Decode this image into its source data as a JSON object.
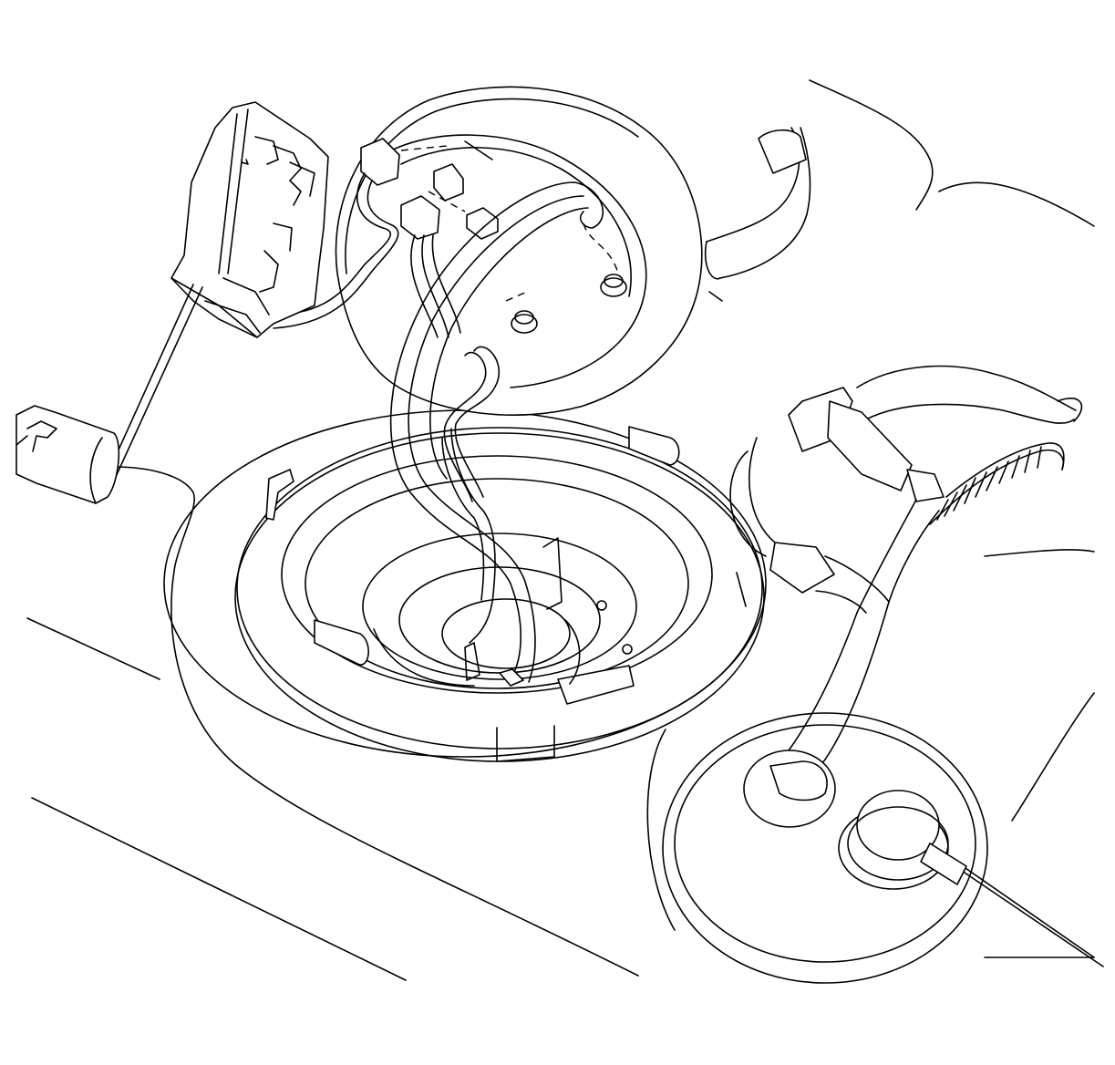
{
  "diagram": {
    "style": "black line art on white",
    "stroke_color": "#000000",
    "background_color": "#ffffff",
    "components": [
      "fuel-sender-module",
      "fuel-level-sensor-float-arm",
      "electrical-connectors",
      "wiring-harness",
      "fuel-tank-opening",
      "fuel-lines",
      "corrugated-tube",
      "fuel-tank-body"
    ]
  }
}
